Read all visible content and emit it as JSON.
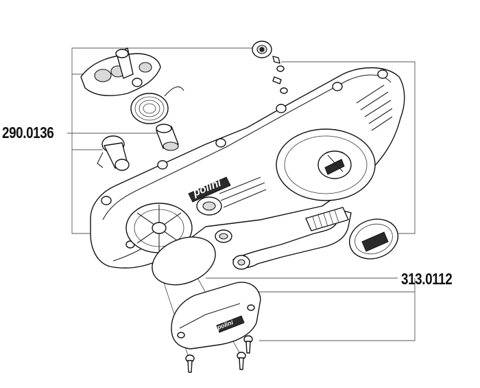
{
  "part_numbers": {
    "left": "290.0136",
    "right": "313.0112"
  },
  "logo_text": "polini"
}
